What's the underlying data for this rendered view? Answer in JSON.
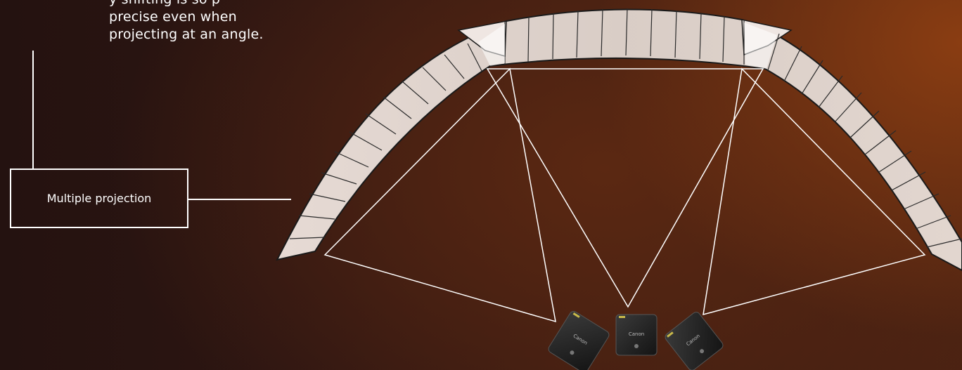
{
  "intro": {
    "line1": "y shifting is so p",
    "line2": "precise even when",
    "line3": "projecting at an angle."
  },
  "callout": {
    "label": "Multiple projection"
  },
  "projectors": [
    {
      "id": "left",
      "brand": "Canon"
    },
    {
      "id": "center",
      "brand": "Canon"
    },
    {
      "id": "right",
      "brand": "Canon"
    }
  ],
  "colors": {
    "screen_fill": "#d9ccc5",
    "beam": "#ffffff",
    "projector_body": "#1f1f1f"
  }
}
